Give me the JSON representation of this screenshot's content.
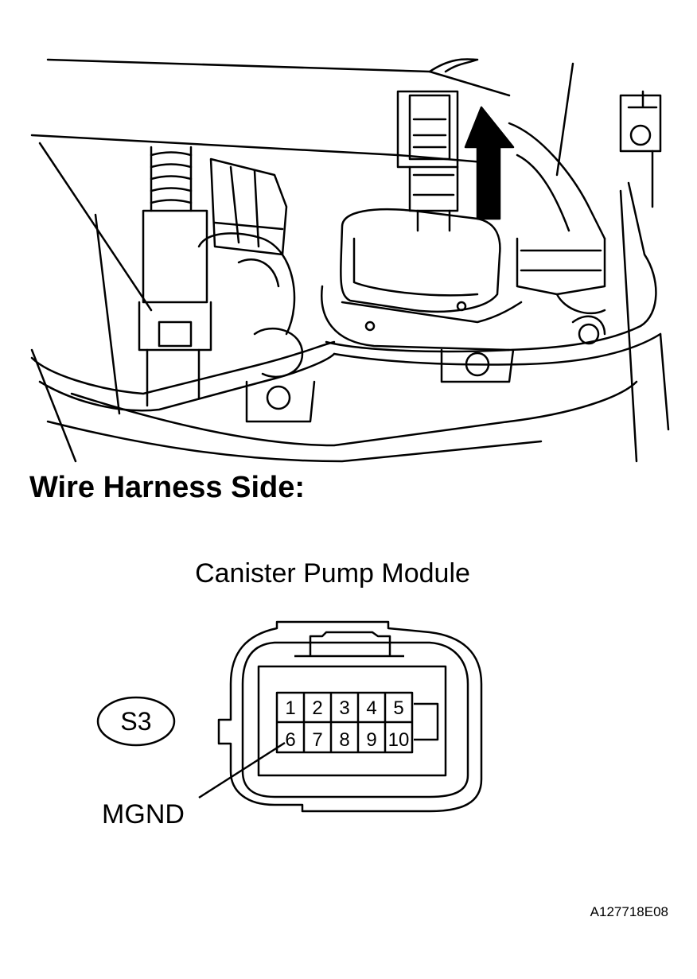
{
  "heading": "Wire Harness Side:",
  "connector": {
    "title": "Canister Pump Module",
    "code": "S3",
    "pins_top": [
      "1",
      "2",
      "3",
      "4",
      "5"
    ],
    "pins_bottom": [
      "6",
      "7",
      "8",
      "9",
      "10"
    ],
    "callout": "MGND"
  },
  "figure_id": "A127718E08",
  "colors": {
    "line": "#000000",
    "background": "#ffffff"
  }
}
